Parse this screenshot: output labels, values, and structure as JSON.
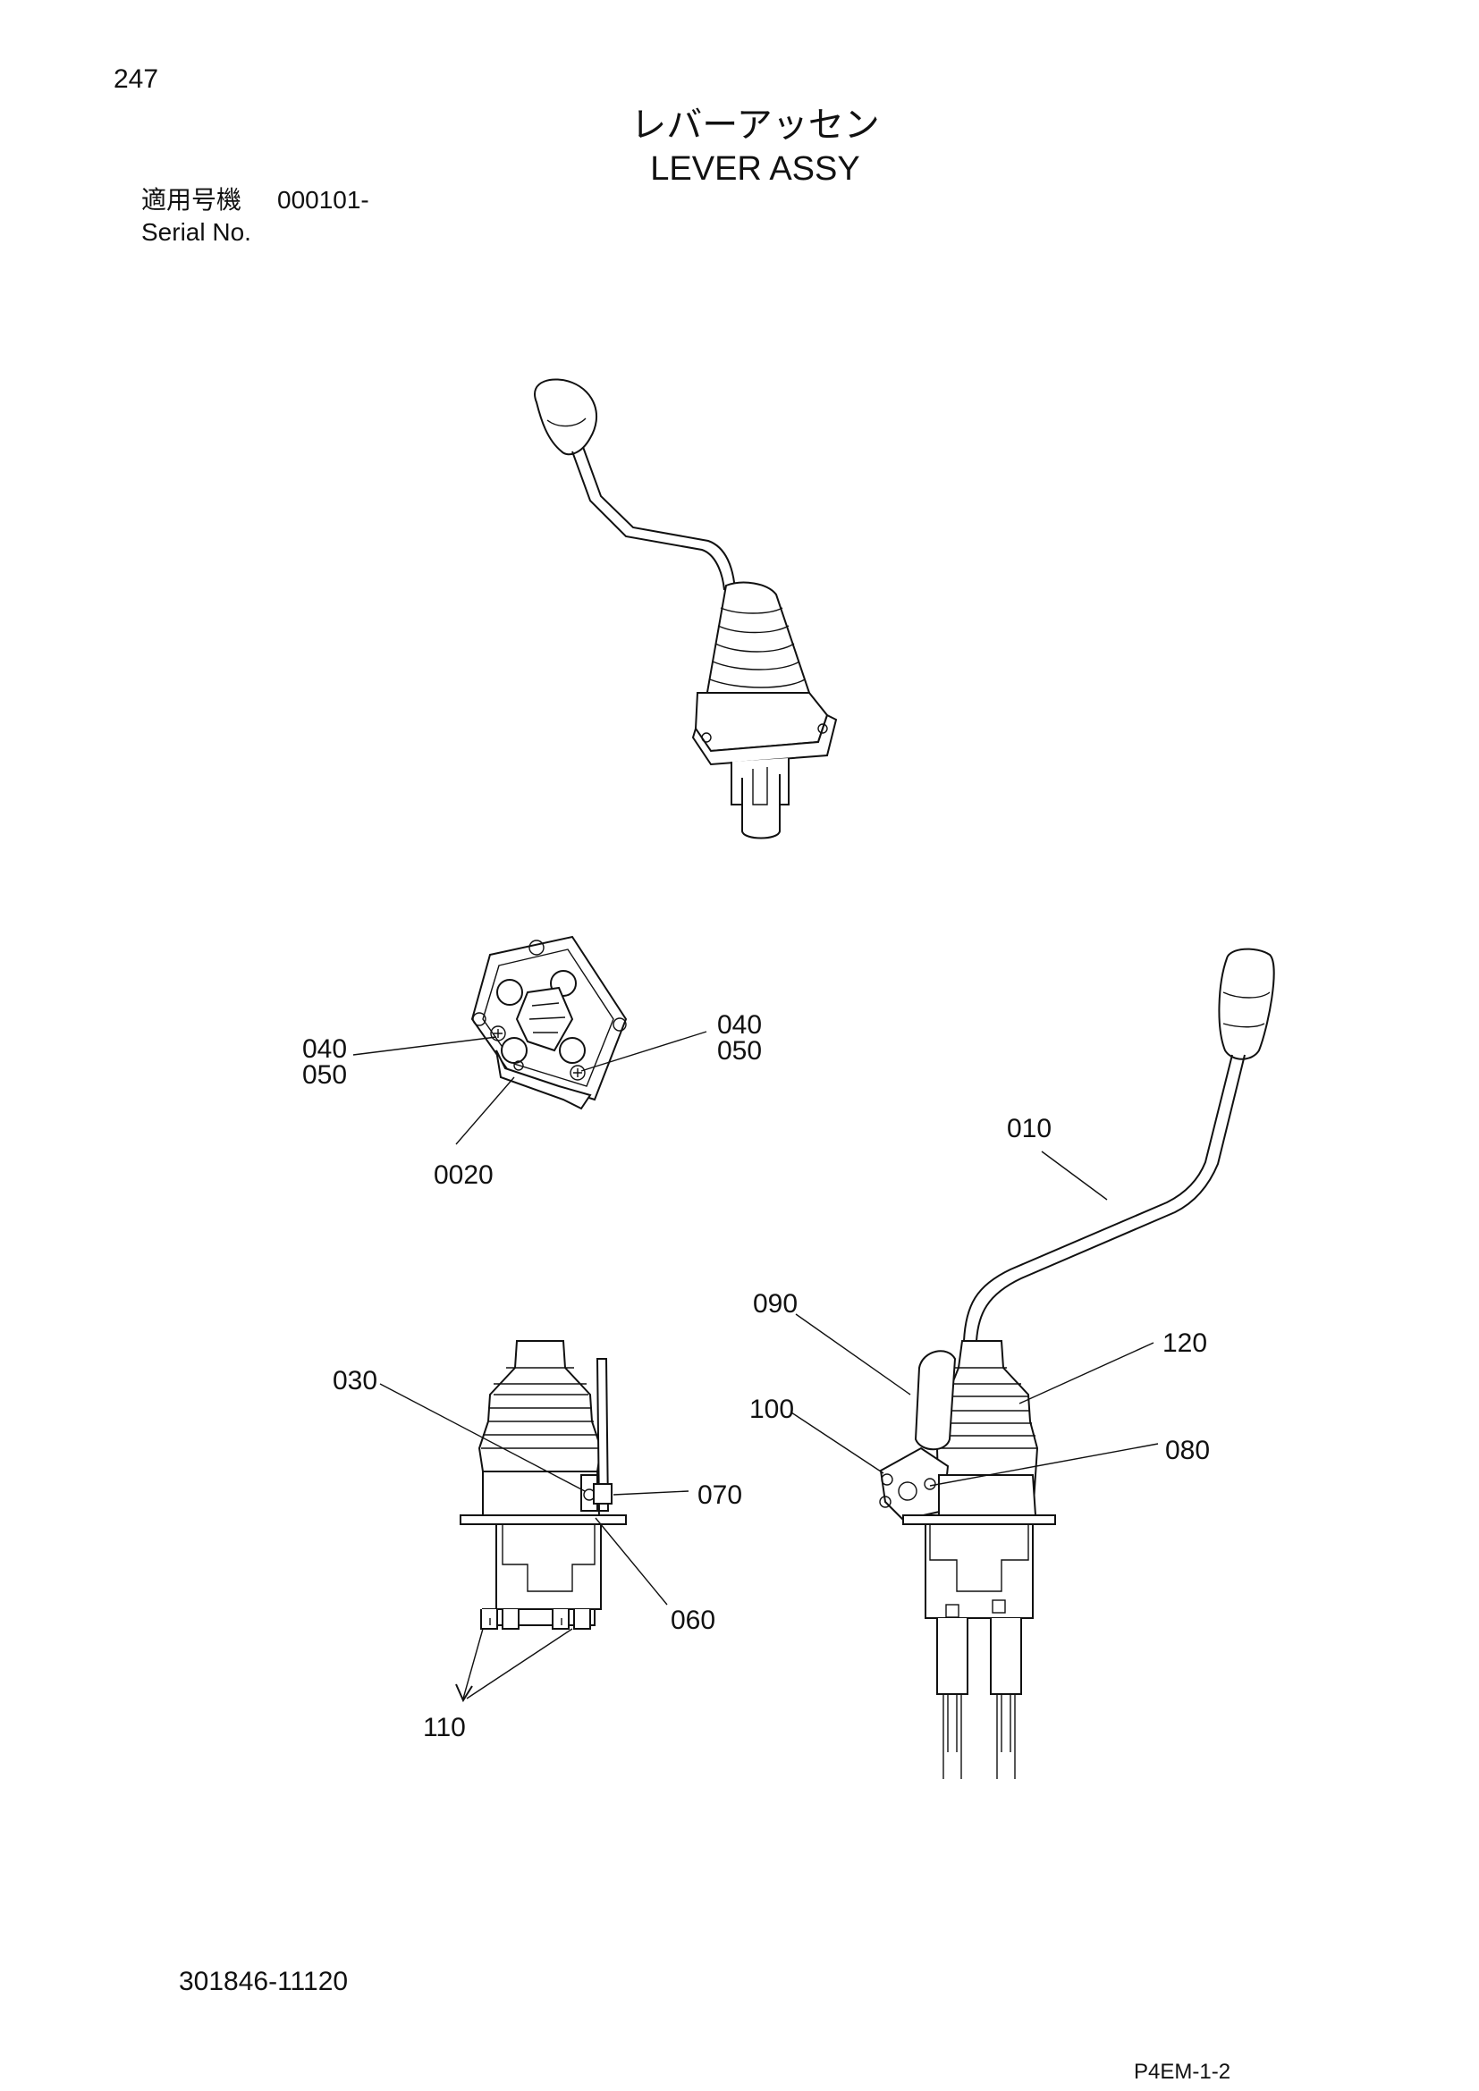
{
  "header": {
    "page_number": "247",
    "title_jp": "レバーアッセン",
    "title_en": "LEVER ASSY",
    "serial_label_jp": "適用号機",
    "serial_value": "000101-",
    "serial_label_en": "Serial No."
  },
  "callouts": {
    "c040_left": "040",
    "c050_left": "050",
    "c040_right": "040",
    "c050_right": "050",
    "c0020": "0020",
    "c010": "010",
    "c090": "090",
    "c120": "120",
    "c100": "100",
    "c080": "080",
    "c030": "030",
    "c070": "070",
    "c060": "060",
    "c110": "110"
  },
  "footer": {
    "drawing_number": "301846-11120",
    "page_code": "P4EM-1-2"
  }
}
